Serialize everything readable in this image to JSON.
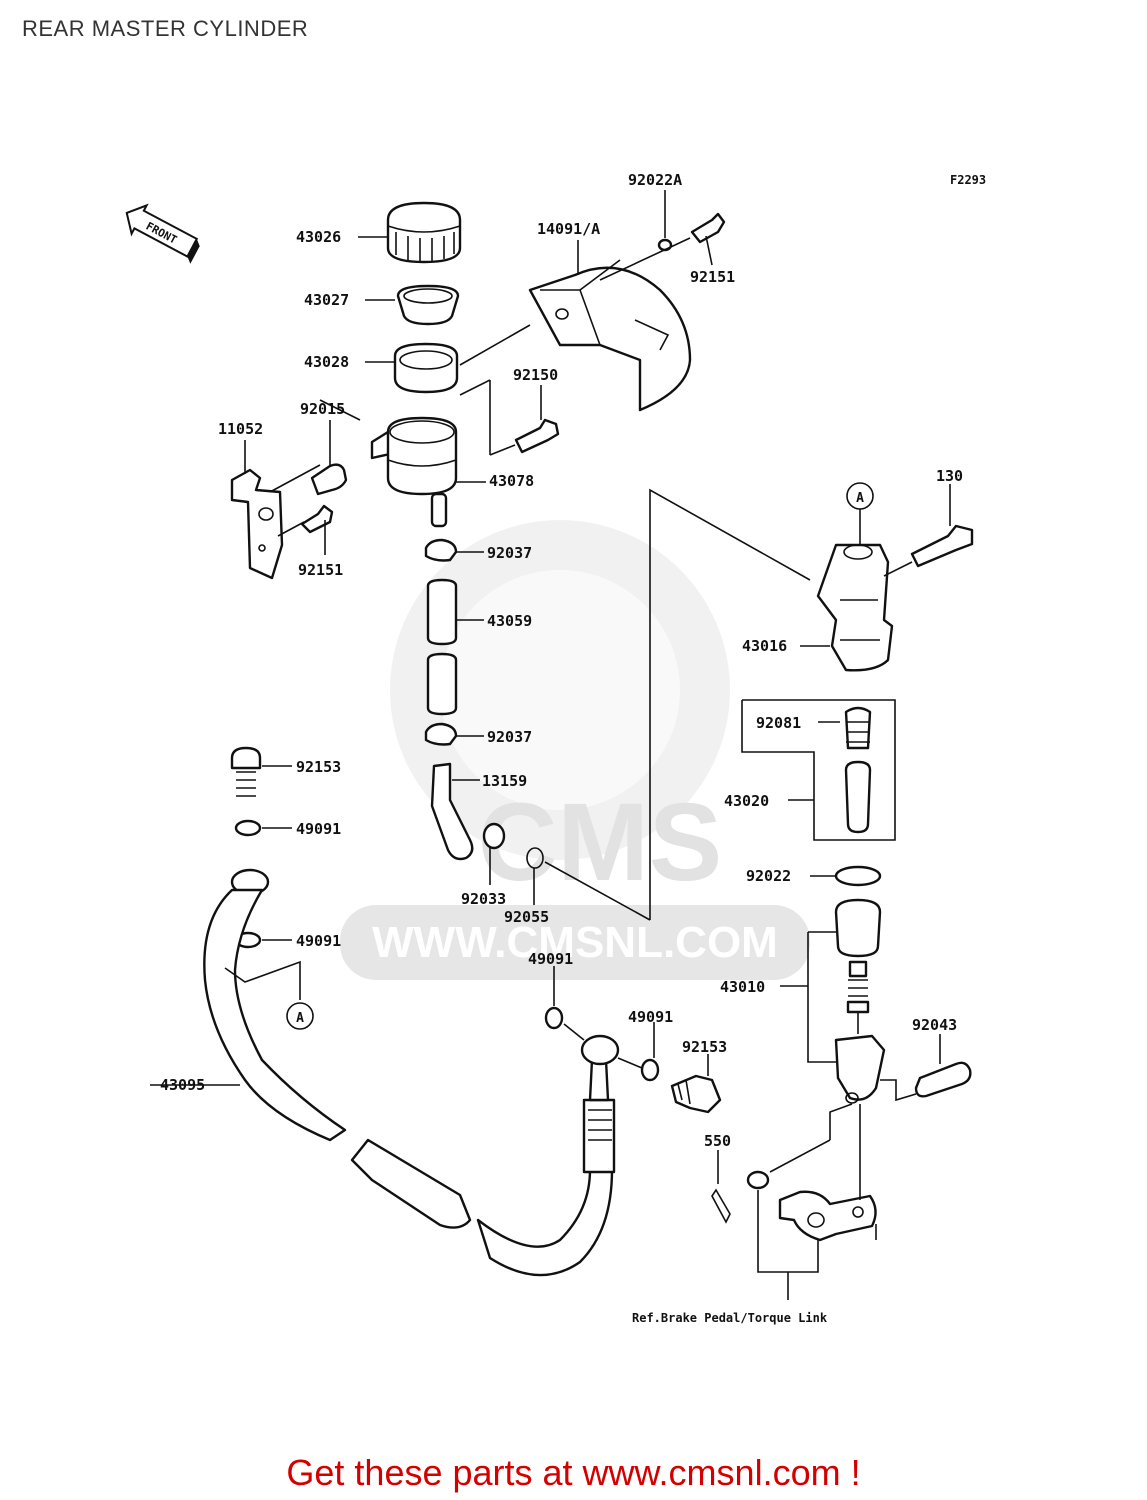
{
  "page": {
    "title": "REAR MASTER CYLINDER",
    "figure_code": "F2293",
    "front_marker": "FRONT",
    "callout_ref": "A",
    "reference_note": "Ref.Brake Pedal/Torque Link",
    "watermark_text": "WWW.CMSNL.COM",
    "watermark_logo": "CMS",
    "footer_link": "Get these parts at www.cmsnl.com !"
  },
  "parts": [
    {
      "id": "43026",
      "label": "43026"
    },
    {
      "id": "43027",
      "label": "43027"
    },
    {
      "id": "43028",
      "label": "43028"
    },
    {
      "id": "14091A",
      "label": "14091/A"
    },
    {
      "id": "92022A",
      "label": "92022A"
    },
    {
      "id": "92151a",
      "label": "92151"
    },
    {
      "id": "92150",
      "label": "92150"
    },
    {
      "id": "92015",
      "label": "92015"
    },
    {
      "id": "11052",
      "label": "11052"
    },
    {
      "id": "43078",
      "label": "43078"
    },
    {
      "id": "92151b",
      "label": "92151"
    },
    {
      "id": "92037a",
      "label": "92037"
    },
    {
      "id": "43059",
      "label": "43059"
    },
    {
      "id": "92037b",
      "label": "92037"
    },
    {
      "id": "13159",
      "label": "13159"
    },
    {
      "id": "92033",
      "label": "92033"
    },
    {
      "id": "92055",
      "label": "92055"
    },
    {
      "id": "130",
      "label": "130"
    },
    {
      "id": "43016",
      "label": "43016"
    },
    {
      "id": "92081",
      "label": "92081"
    },
    {
      "id": "43020",
      "label": "43020"
    },
    {
      "id": "92022",
      "label": "92022"
    },
    {
      "id": "43010",
      "label": "43010"
    },
    {
      "id": "92043",
      "label": "92043"
    },
    {
      "id": "92153a",
      "label": "92153"
    },
    {
      "id": "49091a",
      "label": "49091"
    },
    {
      "id": "49091b",
      "label": "49091"
    },
    {
      "id": "49091c",
      "label": "49091"
    },
    {
      "id": "49091d",
      "label": "49091"
    },
    {
      "id": "92153b",
      "label": "92153"
    },
    {
      "id": "550",
      "label": "550"
    },
    {
      "id": "43095",
      "label": "43095"
    }
  ]
}
